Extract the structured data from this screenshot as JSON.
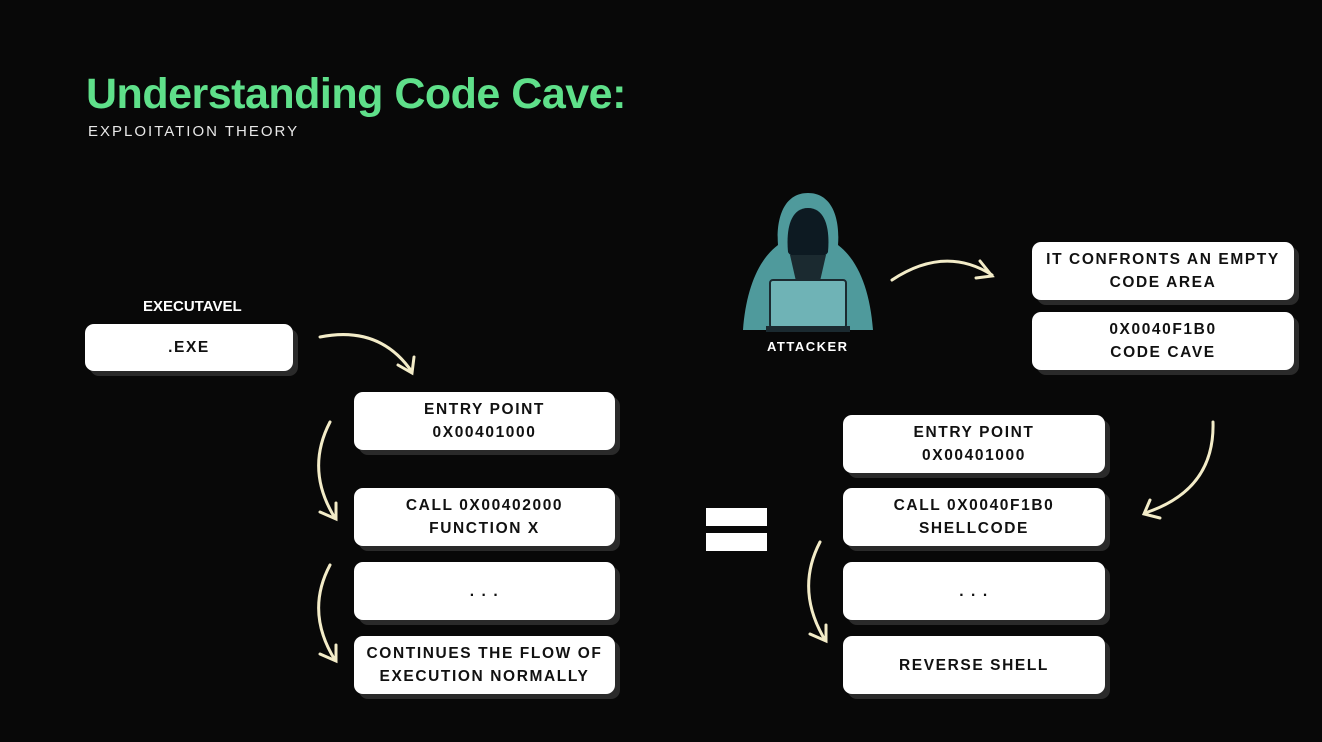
{
  "header": {
    "title": "Understanding Code Cave:",
    "subtitle": "EXPLOITATION THEORY"
  },
  "left": {
    "executable_label": "EXECUTAVEL",
    "executable_box": ".EXE",
    "steps": [
      "ENTRY POINT\n0X00401000",
      "CALL 0X00402000\nFUNCTION X",
      ". . .",
      "CONTINUES THE FLOW OF\nEXECUTION NORMALLY"
    ]
  },
  "attacker": {
    "label": "ATTACKER",
    "notes": [
      "IT CONFRONTS AN EMPTY\nCODE AREA",
      "0X0040F1B0\nCODE CAVE"
    ]
  },
  "right": {
    "steps": [
      "ENTRY POINT\n0X00401000",
      "CALL 0X0040F1B0\nSHELLCODE",
      ". . .",
      "REVERSE SHELL"
    ]
  },
  "colors": {
    "title": "#5fe08a",
    "arrow": "#f3ecc8",
    "background": "#080808",
    "hoodie": "#4f9a9c"
  }
}
